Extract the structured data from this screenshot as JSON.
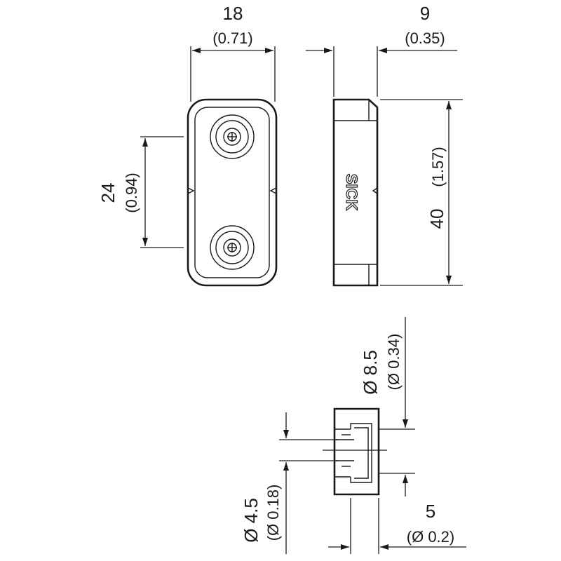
{
  "dimensions": {
    "width": {
      "value": "18",
      "imperial": "(0.71)"
    },
    "depth": {
      "value": "9",
      "imperial": "(0.35)"
    },
    "hole_spacing": {
      "value": "24",
      "imperial": "(0.94)"
    },
    "height": {
      "value": "40",
      "imperial": "(1.57)"
    },
    "counterbore_diameter": {
      "value": "Ø 8.5",
      "imperial": "(Ø 0.34)"
    },
    "hole_diameter": {
      "value": "Ø 4.5",
      "imperial": "(Ø 0.18)"
    },
    "thickness": {
      "value": "5",
      "imperial": "(Ø 0.2)"
    }
  },
  "logo": {
    "text": "SICK"
  },
  "colors": {
    "line": "#1a1a1a",
    "background": "#ffffff"
  }
}
